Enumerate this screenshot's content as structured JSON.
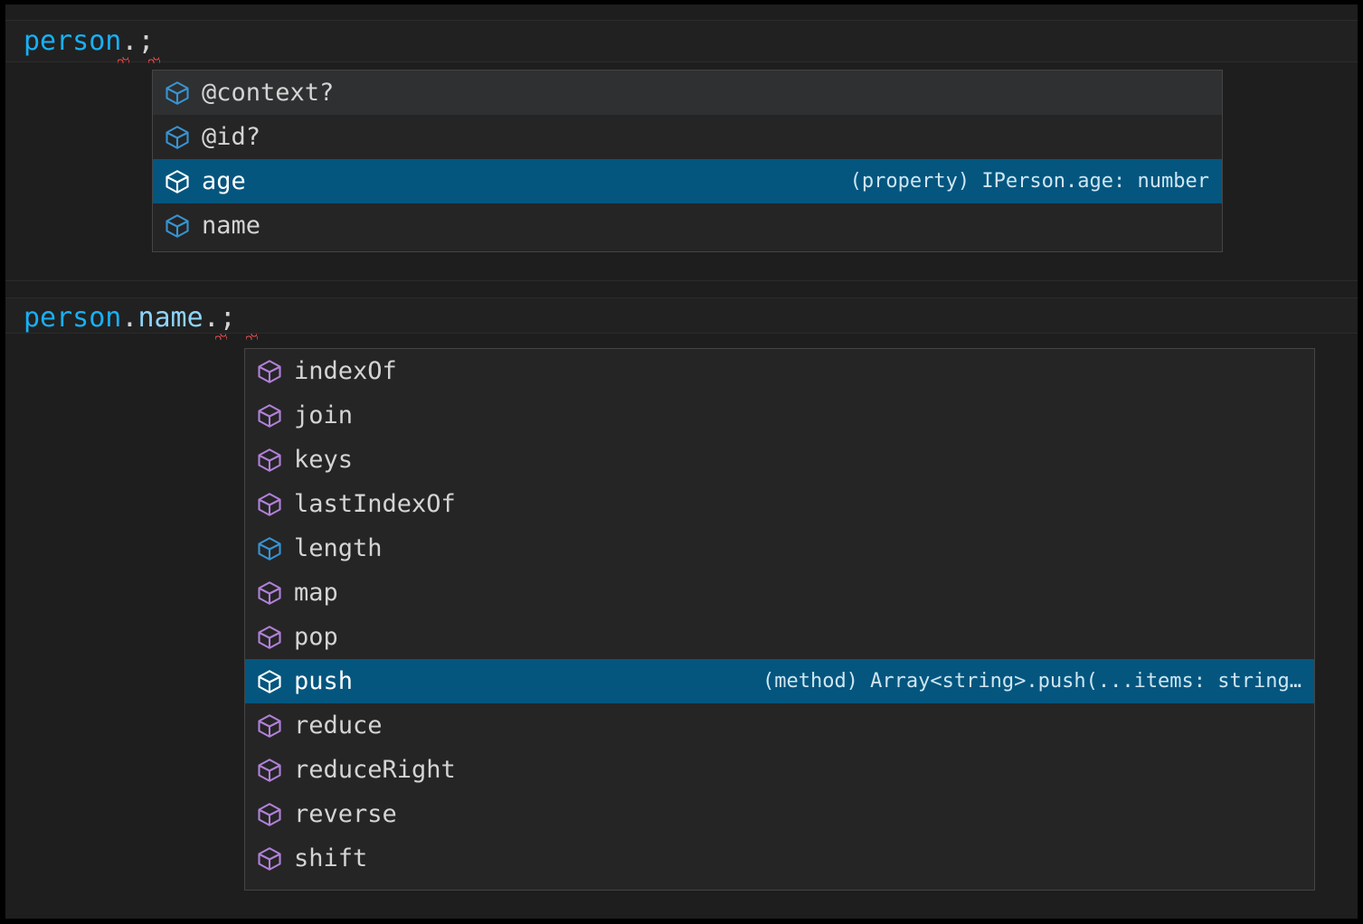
{
  "editor": {
    "theme_background": "#1e1e1e",
    "accent_selected": "#04567f",
    "error_underline_color": "#f14c4c",
    "code_lines": [
      {
        "id": "line1",
        "identifier": "person",
        "dot": ".",
        "semicolon": ";"
      },
      {
        "id": "line2",
        "identifier": "person",
        "dot1": ".",
        "property": "name",
        "dot2": ".",
        "semicolon": ";"
      }
    ]
  },
  "suggest_popup_1": {
    "name": "person-member-suggestions",
    "items": [
      {
        "label": "@context?",
        "icon": "property-cube-icon",
        "icon_color": "#3794d2",
        "detail": "",
        "state": "focused"
      },
      {
        "label": "@id?",
        "icon": "property-cube-icon",
        "icon_color": "#3794d2",
        "detail": "",
        "state": "normal"
      },
      {
        "label": "age",
        "icon": "property-cube-icon",
        "icon_color": "#ffffff",
        "detail": "(property) IPerson.age: number",
        "state": "selected"
      },
      {
        "label": "name",
        "icon": "property-cube-icon",
        "icon_color": "#3794d2",
        "detail": "",
        "state": "normal"
      }
    ]
  },
  "suggest_popup_2": {
    "name": "person-name-member-suggestions",
    "items": [
      {
        "label": "indexOf",
        "icon": "method-cube-icon",
        "icon_color": "#b180d7",
        "detail": "",
        "state": "normal"
      },
      {
        "label": "join",
        "icon": "method-cube-icon",
        "icon_color": "#b180d7",
        "detail": "",
        "state": "normal"
      },
      {
        "label": "keys",
        "icon": "method-cube-icon",
        "icon_color": "#b180d7",
        "detail": "",
        "state": "normal"
      },
      {
        "label": "lastIndexOf",
        "icon": "method-cube-icon",
        "icon_color": "#b180d7",
        "detail": "",
        "state": "normal"
      },
      {
        "label": "length",
        "icon": "property-cube-icon",
        "icon_color": "#3794d2",
        "detail": "",
        "state": "normal"
      },
      {
        "label": "map",
        "icon": "method-cube-icon",
        "icon_color": "#b180d7",
        "detail": "",
        "state": "normal"
      },
      {
        "label": "pop",
        "icon": "method-cube-icon",
        "icon_color": "#b180d7",
        "detail": "",
        "state": "normal"
      },
      {
        "label": "push",
        "icon": "method-cube-icon",
        "icon_color": "#ffffff",
        "detail": "(method) Array<string>.push(...items: string…",
        "state": "selected"
      },
      {
        "label": "reduce",
        "icon": "method-cube-icon",
        "icon_color": "#b180d7",
        "detail": "",
        "state": "normal"
      },
      {
        "label": "reduceRight",
        "icon": "method-cube-icon",
        "icon_color": "#b180d7",
        "detail": "",
        "state": "normal"
      },
      {
        "label": "reverse",
        "icon": "method-cube-icon",
        "icon_color": "#b180d7",
        "detail": "",
        "state": "normal"
      },
      {
        "label": "shift",
        "icon": "method-cube-icon",
        "icon_color": "#b180d7",
        "detail": "",
        "state": "normal"
      }
    ]
  }
}
